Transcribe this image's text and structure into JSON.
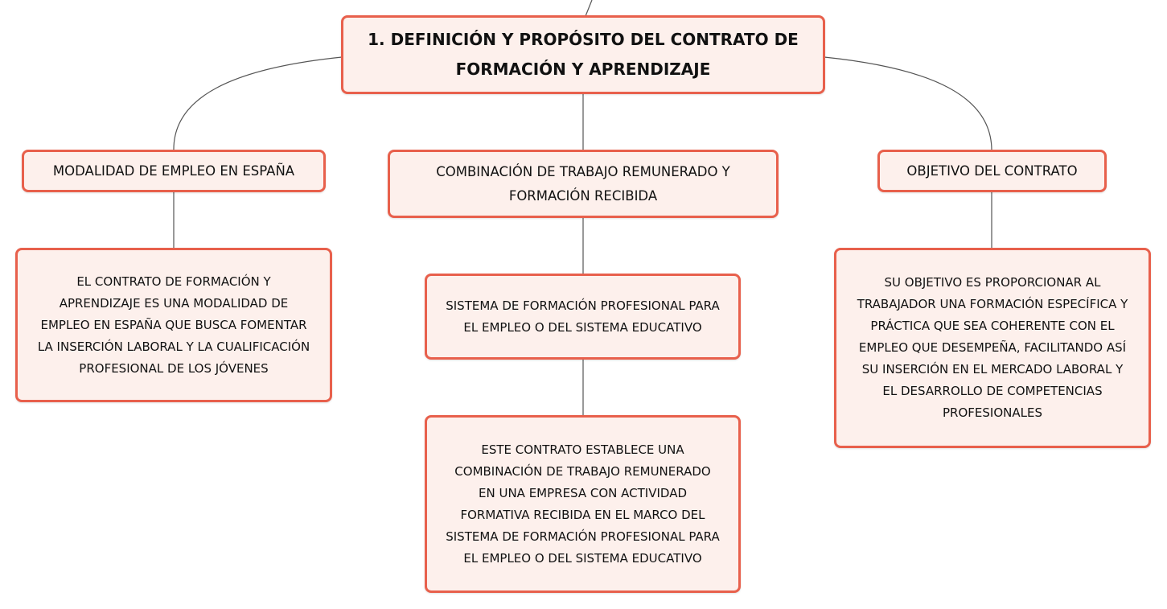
{
  "root": {
    "label": "1. DEFINICIÓN Y PROPÓSITO DEL CONTRATO DE\nFORMACIÓN Y APRENDIZAJE"
  },
  "branches": [
    {
      "label": "MODALIDAD DE EMPLEO EN ESPAÑA",
      "children": [
        "EL CONTRATO DE FORMACIÓN Y\nAPRENDIZAJE ES UNA MODALIDAD DE\nEMPLEO EN ESPAÑA QUE BUSCA FOMENTAR\nLA INSERCIÓN LABORAL Y LA CUALIFICACIÓN\nPROFESIONAL DE LOS JÓVENES"
      ]
    },
    {
      "label": "COMBINACIÓN DE TRABAJO REMUNERADO Y\nFORMACIÓN RECIBIDA",
      "children": [
        "SISTEMA DE FORMACIÓN PROFESIONAL PARA\nEL EMPLEO O DEL SISTEMA EDUCATIVO",
        "ESTE CONTRATO ESTABLECE UNA\nCOMBINACIÓN DE TRABAJO REMUNERADO\nEN UNA EMPRESA CON ACTIVIDAD\nFORMATIVA RECIBIDA EN EL MARCO DEL\nSISTEMA DE FORMACIÓN PROFESIONAL PARA\nEL EMPLEO O DEL SISTEMA EDUCATIVO"
      ]
    },
    {
      "label": "OBJETIVO DEL CONTRATO",
      "children": [
        "SU OBJETIVO ES PROPORCIONAR AL\nTRABAJADOR UNA FORMACIÓN ESPECÍFICA Y\nPRÁCTICA QUE SEA COHERENTE CON EL\nEMPLEO QUE DESEMPEÑA, FACILITANDO ASÍ\nSU INSERCIÓN EN EL MERCADO LABORAL Y\nEL DESARROLLO DE COMPETENCIAS\nPROFESIONALES"
      ]
    }
  ],
  "colors": {
    "border": "#e8604c",
    "fill": "#fdf0ec",
    "link": "#555555"
  }
}
